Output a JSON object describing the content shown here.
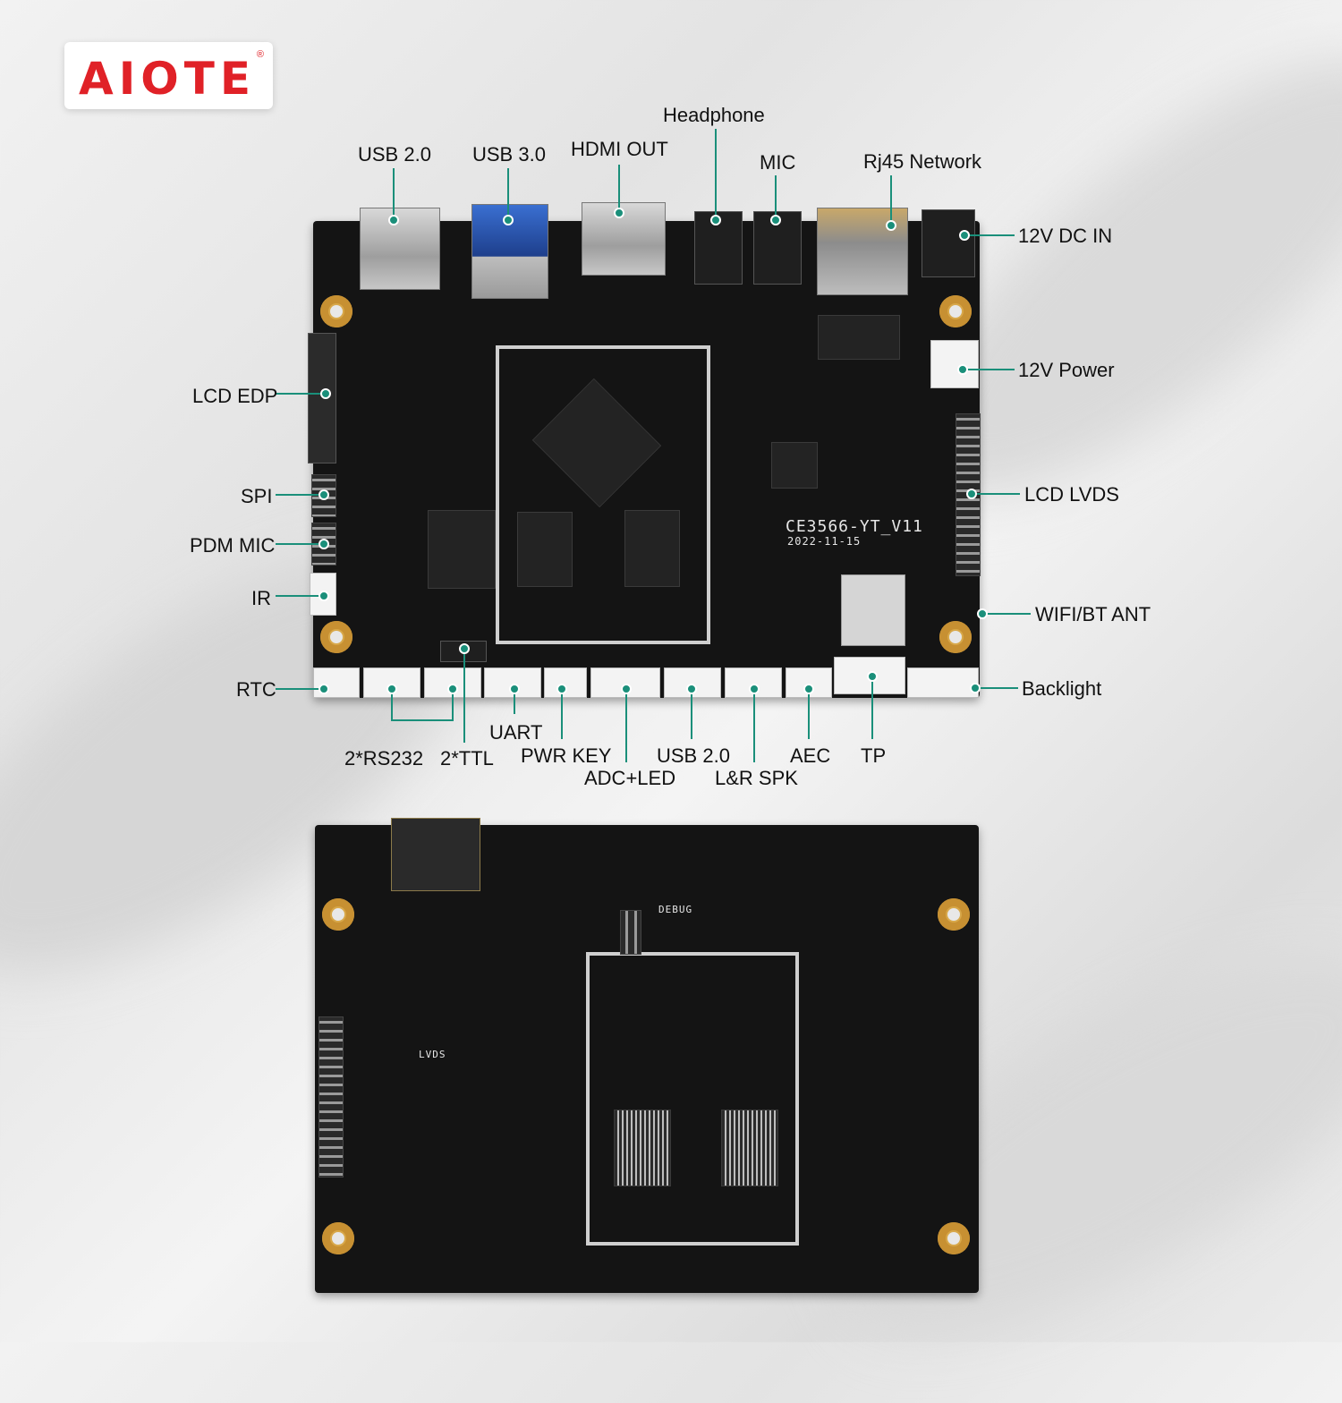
{
  "brand": {
    "logo_text": "AIOTE",
    "registered_mark": "®",
    "accent": "#e02127"
  },
  "leader_color": "#1a8f7a",
  "board_top": {
    "model_marking": "CE3566-YT_V11",
    "date_marking": "2022-11-15"
  },
  "labels": {
    "usb20_top": "USB 2.0",
    "usb30": "USB 3.0",
    "hdmi_out": "HDMI OUT",
    "headphone": "Headphone",
    "mic": "MIC",
    "rj45": "Rj45 Network",
    "dc_in": "12V DC IN",
    "lcd_edp": "LCD EDP",
    "power_12v": "12V Power",
    "spi": "SPI",
    "pdm_mic": "PDM MIC",
    "lcd_lvds": "LCD LVDS",
    "ir": "IR",
    "wifi_bt_ant": "WIFI/BT ANT",
    "rtc": "RTC",
    "backlight": "Backlight",
    "uart": "UART",
    "rs232": "2*RS232",
    "ttl": "2*TTL",
    "pwr_key": "PWR KEY",
    "adc_led": "ADC+LED",
    "usb20_bottom": "USB 2.0",
    "lr_spk": "L&R SPK",
    "aec": "AEC",
    "tp": "TP"
  },
  "board_bottom": {
    "silk_debug": "DEBUG",
    "silk_lvds": "LVDS"
  }
}
